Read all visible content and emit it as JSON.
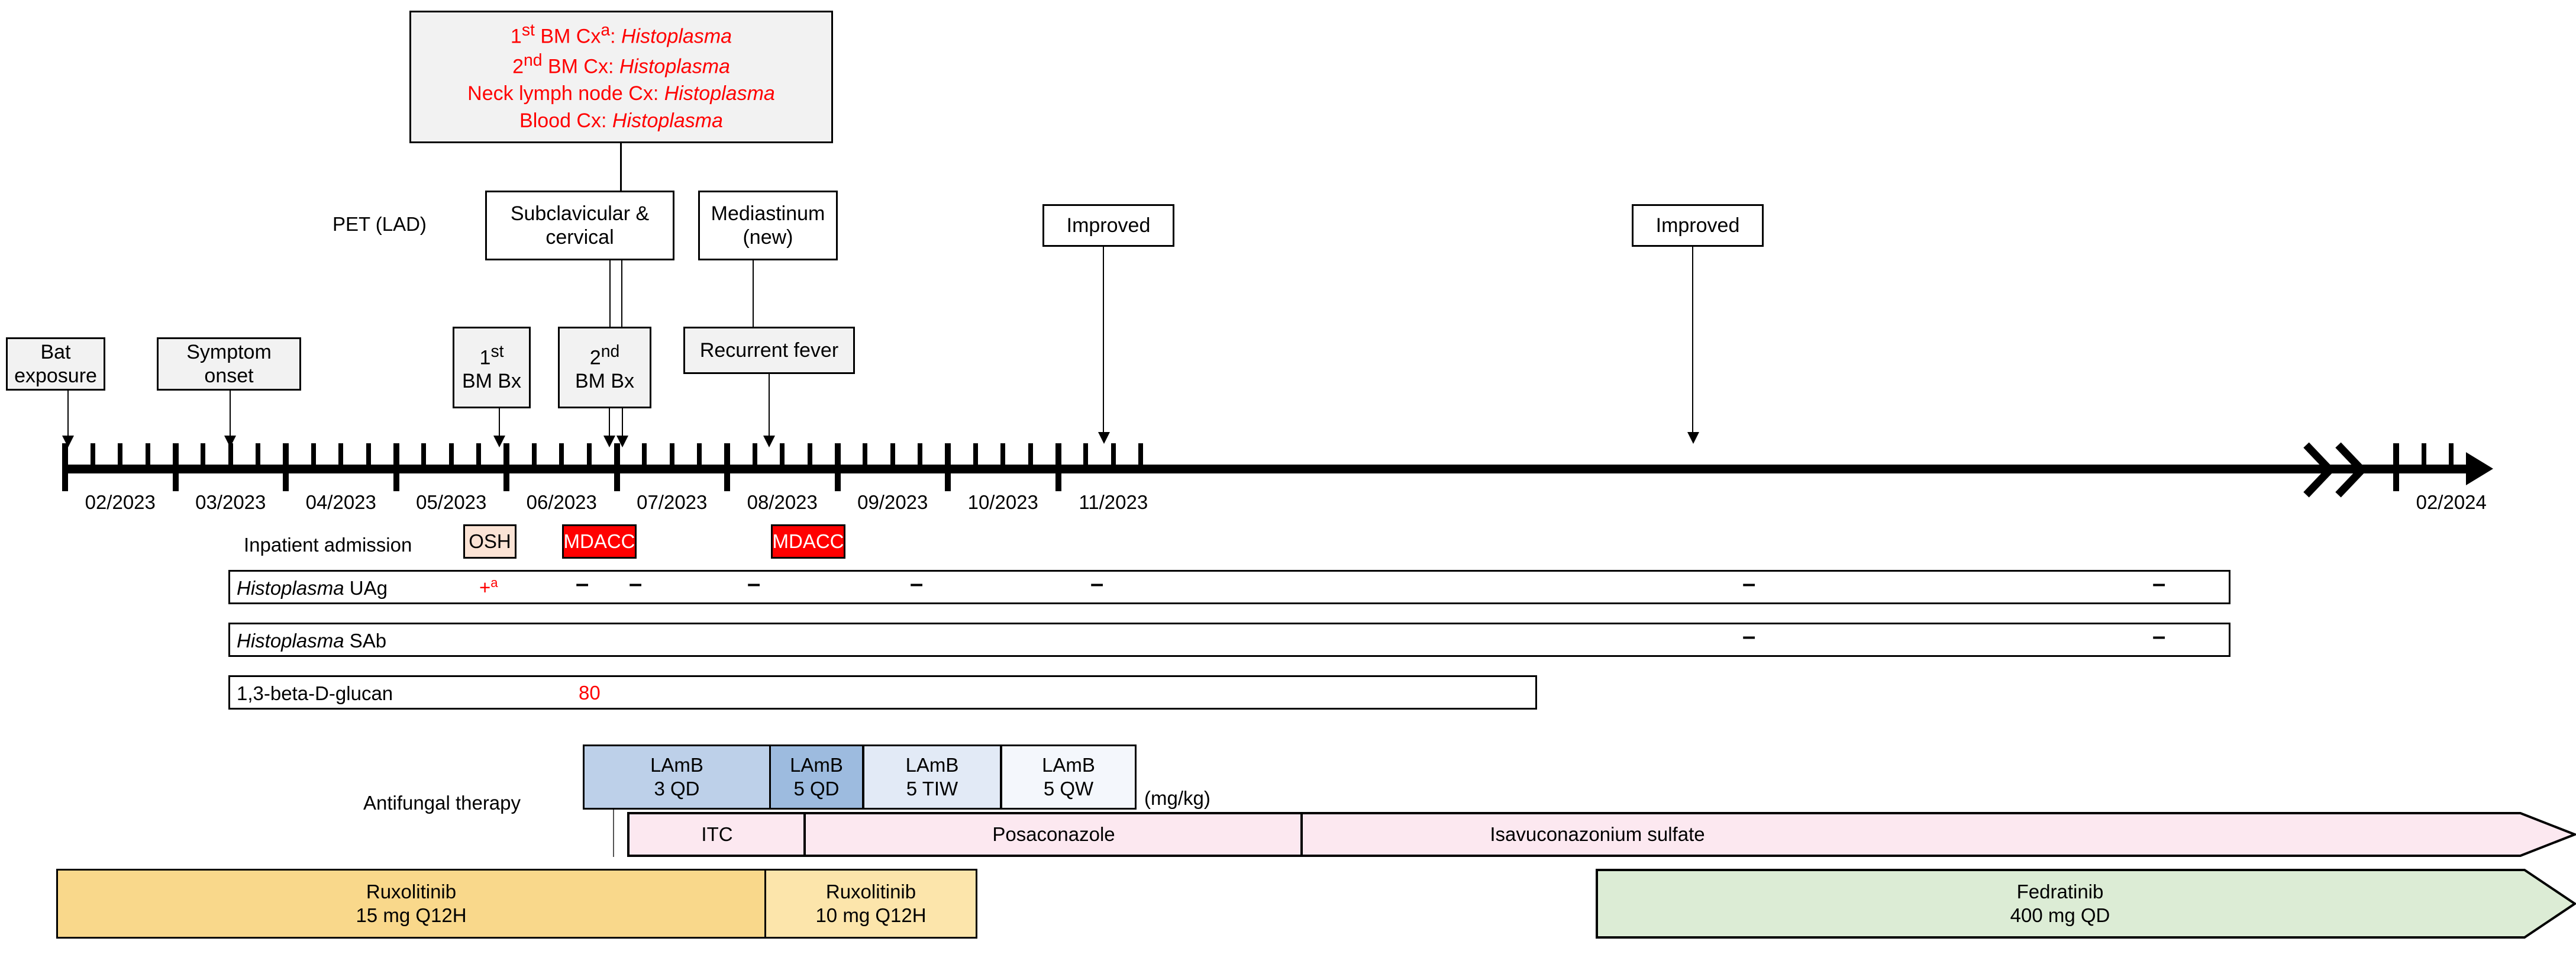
{
  "culture_box": {
    "lines": [
      {
        "prefix": "1",
        "sup": "st",
        "mid": " BM Cx",
        "sup2": "a",
        "colon": ": ",
        "organism": "Histoplasma"
      },
      {
        "prefix": "2",
        "sup": "nd",
        "mid": " BM Cx",
        "sup2": "",
        "colon": ": ",
        "organism": "Histoplasma"
      },
      {
        "prefix": "",
        "sup": "",
        "mid": "Neck lymph node Cx",
        "sup2": "",
        "colon": ": ",
        "organism": "Histoplasma"
      },
      {
        "prefix": "",
        "sup": "",
        "mid": "Blood Cx",
        "sup2": "",
        "colon": ": ",
        "organism": "Histoplasma"
      }
    ]
  },
  "pet": {
    "label": "PET (LAD)",
    "boxes": [
      {
        "line1": "Subclavicular &",
        "line2": "cervical"
      },
      {
        "line1": "Mediastinum",
        "line2": "(new)"
      }
    ]
  },
  "events": {
    "bat_exposure": {
      "line1": "Bat",
      "line2": "exposure"
    },
    "symptom_onset": {
      "line1": "Symptom",
      "line2": "onset"
    },
    "bm_bx_1": {
      "line1_num": "1",
      "line1_sup": "st",
      "line2": "BM Bx"
    },
    "bm_bx_2": {
      "line1_num": "2",
      "line1_sup": "nd",
      "line2": "BM Bx"
    },
    "recurrent_fever": {
      "label": "Recurrent fever"
    },
    "improved_1": {
      "label": "Improved"
    },
    "improved_2": {
      "label": "Improved"
    }
  },
  "timeline": {
    "ticks_major": [
      "02/2023",
      "03/2023",
      "04/2023",
      "05/2023",
      "06/2023",
      "07/2023",
      "08/2023",
      "09/2023",
      "10/2023",
      "11/2023",
      "02/2024"
    ],
    "minor_per_month": 4,
    "break_after": "11/2023",
    "break_symbol": "axis-break-chevrons"
  },
  "admission": {
    "row_label": "Inpatient admission",
    "chips": [
      {
        "label": "OSH",
        "bg": "#fbe3d5",
        "fg": "#000000"
      },
      {
        "label": "MDACC",
        "bg": "#ff0000",
        "fg": "#ffffff"
      },
      {
        "label": "MDACC",
        "bg": "#ff0000",
        "fg": "#ffffff"
      }
    ]
  },
  "labs": [
    {
      "name_italic": "Histoplasma",
      "name_rest": " UAg",
      "results": [
        {
          "value": "+",
          "sup": "a",
          "type": "positive"
        },
        {
          "value": "–",
          "type": "negative"
        },
        {
          "value": "–",
          "type": "negative"
        },
        {
          "value": "–",
          "type": "negative"
        },
        {
          "value": "–",
          "type": "negative"
        },
        {
          "value": "–",
          "type": "negative"
        },
        {
          "value": "–",
          "type": "negative"
        },
        {
          "value": "–",
          "type": "negative"
        }
      ]
    },
    {
      "name_italic": "Histoplasma",
      "name_rest": " SAb",
      "results": [
        {
          "value": "–",
          "type": "negative"
        },
        {
          "value": "–",
          "type": "negative"
        }
      ]
    },
    {
      "name_italic": "",
      "name_rest": "1,3-beta-D-glucan",
      "results": [
        {
          "value": "80",
          "type": "value"
        }
      ]
    }
  ],
  "therapy": {
    "row_label": "Antifungal therapy",
    "unit_label": "(mg/kg)",
    "lamb": [
      {
        "drug": "LAmB",
        "dose": "3 QD",
        "bg": "#bdd0e9"
      },
      {
        "drug": "LAmB",
        "dose": "5 QD",
        "bg": "#9dbbdf"
      },
      {
        "drug": "LAmB",
        "dose": "5 TIW",
        "bg": "#e2eaf6"
      },
      {
        "drug": "LAmB",
        "dose": "5 QW",
        "bg": "#f4f7fc"
      }
    ],
    "azoles": [
      {
        "label": "ITC",
        "bg": "#fce8f0"
      },
      {
        "label": "Posaconazole",
        "bg": "#fce8f0"
      },
      {
        "label": "Isavuconazonium sulfate",
        "bg": "#fce8f0"
      }
    ]
  },
  "jak_therapy": [
    {
      "drug": "Ruxolitinib",
      "dose": "15 mg Q12H",
      "bg": "#f9d88b"
    },
    {
      "drug": "Ruxolitinib",
      "dose": "10 mg Q12H",
      "bg": "#fce5ab"
    },
    {
      "drug": "Fedratinib",
      "dose": "400 mg QD",
      "bg": "#dcecd5"
    }
  ],
  "colors": {
    "red": "#ff0000",
    "osh": "#fbe3d5",
    "mdacc": "#ff0000",
    "lamb_dark": "#9dbbdf",
    "azole": "#fce8f0",
    "ruxolitinib": "#f9d88b",
    "fedratinib": "#dcecd5"
  }
}
